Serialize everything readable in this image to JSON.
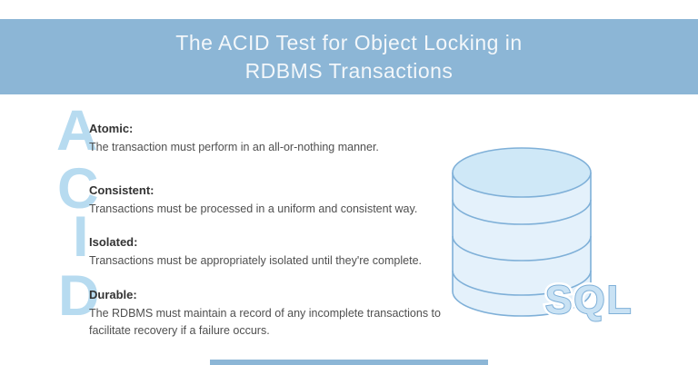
{
  "header": {
    "title_line1": "The ACID Test for Object Locking in",
    "title_line2": "RDBMS Transactions",
    "bg_color": "#8cb6d6",
    "text_color": "#f3f7fa"
  },
  "acid_items": [
    {
      "letter": "A",
      "term": "Atomic:",
      "description": "The transaction must perform in an all-or-nothing manner."
    },
    {
      "letter": "C",
      "term": "Consistent:",
      "description": "Transactions must be processed in a uniform and consistent way."
    },
    {
      "letter": "I",
      "term": "Isolated:",
      "description": "Transactions must be appropriately isolated until they're complete."
    },
    {
      "letter": "D",
      "term": "Durable:",
      "description": "The RDBMS must maintain a record of any incomplete transactions to facilitate recovery if a failure occurs."
    }
  ],
  "graphic": {
    "icon": "database-cylinder",
    "label": "SQL",
    "stroke_color": "#7fb0d8",
    "body_fill": "#e4f1fb",
    "top_fill": "#cfe8f7",
    "label_fill": "#c9e2f4"
  },
  "colors": {
    "accent_blue": "#8cb6d6",
    "letter_blue": "#b7dbf0",
    "term_text": "#333333",
    "body_text": "#4f4f4f"
  },
  "footer": {
    "accent_bar_color": "#8cb6d6"
  }
}
